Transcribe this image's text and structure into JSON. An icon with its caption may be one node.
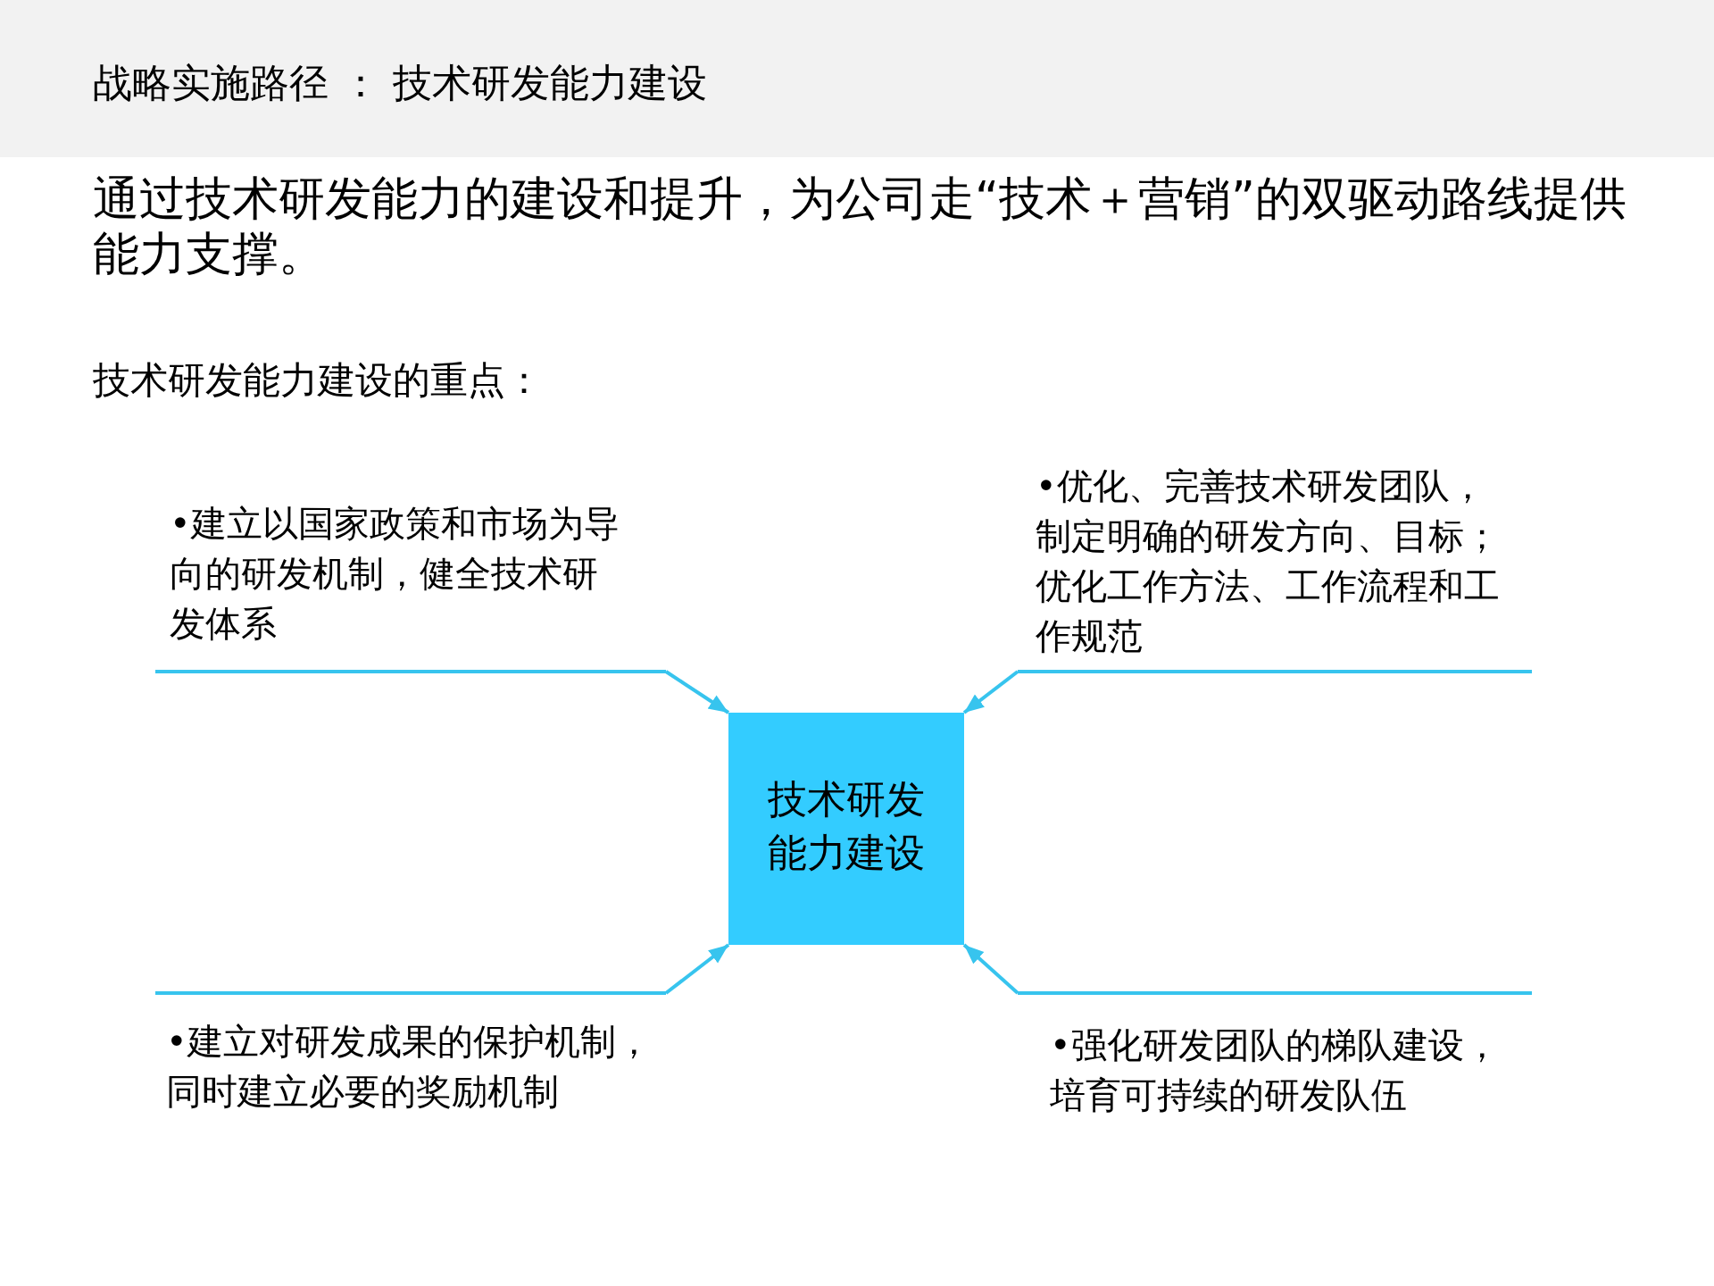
{
  "diagram": {
    "title": "战略实施路径 ： 技术研发能力建设",
    "nodes": [
      {
        "text": [
          "•建立以国家政策和市场为导向的研发机制，健全技术研发体系"
        ]
      },
      {
        "text": [
          "•优化、完善技术研发团队，制定明确的研发方向、目标；优化工作方法、工作流程和工作规范"
        ]
      },
      {
        "text": [
          "技术研发能力建设"
        ]
      },
      {
        "text": [
          "•建立对研发成果的保护机制，同时建立必要的奖励机制"
        ]
      },
      {
        "text": [
          "•强化研发团队的梯队建设，培育可持续的研发队伍"
        ]
      }
    ],
    "edges": [
      {
        "from": 0,
        "to": 2,
        "arrow": "to"
      },
      {
        "from": 1,
        "to": 2,
        "arrow": "to"
      },
      {
        "from": 3,
        "to": 2,
        "arrow": "to"
      },
      {
        "from": 4,
        "to": 2,
        "arrow": "to"
      }
    ],
    "labels": [
      "通过技术研发能力的建设和提升，为公司走“技术＋营销”的双驱动路线提供能力支撑。",
      "技术研发能力建设的重点："
    ]
  }
}
